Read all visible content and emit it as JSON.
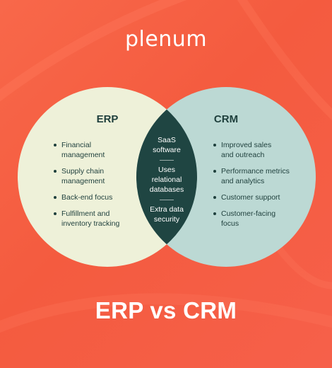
{
  "logo": {
    "text": "plenum"
  },
  "colors": {
    "background": "#f45b3f",
    "erp_circle": "#eef1d9",
    "crm_circle": "#bcd9d4",
    "intersection": "#1f4542",
    "text_dark": "#1e3f3c"
  },
  "erp": {
    "title": "ERP",
    "items": [
      [
        "Financial",
        "management"
      ],
      [
        "Supply chain",
        "management"
      ],
      [
        "Back-end focus"
      ],
      [
        "Fulfillment and",
        "inventory tracking"
      ]
    ]
  },
  "crm": {
    "title": "CRM",
    "items": [
      [
        "Improved sales",
        "and outreach"
      ],
      [
        "Performance metrics",
        "and analytics"
      ],
      [
        "Customer support"
      ],
      [
        "Customer-facing",
        "focus"
      ]
    ]
  },
  "shared": {
    "items": [
      [
        "SaaS",
        "software"
      ],
      [
        "Uses",
        "relational",
        "databases"
      ],
      [
        "Extra data",
        "security"
      ]
    ]
  },
  "footer": {
    "title": "ERP vs CRM"
  }
}
